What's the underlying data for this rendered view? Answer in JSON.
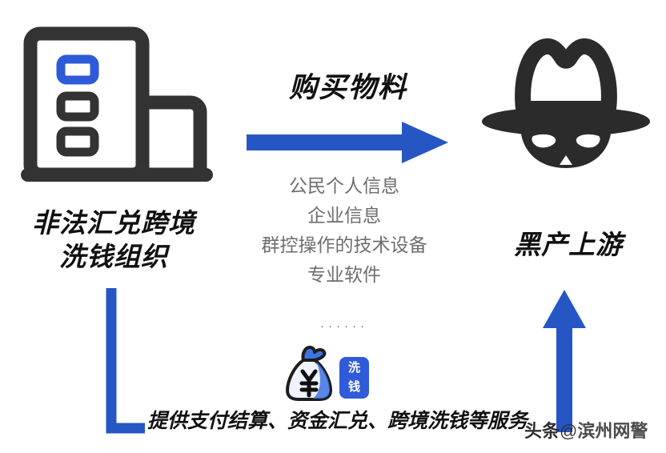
{
  "diagram": {
    "background_color": "#ffffff",
    "accent_blue": "#2f5bd9",
    "arrow_blue": "#2556c4",
    "dark": "#333333",
    "gray_text": "#6e6e6e"
  },
  "left_node": {
    "icon_name": "office-building-icon",
    "label_line1": "非法汇兑跨境",
    "label_line2": "洗钱组织"
  },
  "right_node": {
    "icon_name": "incognito-spy-icon",
    "label": "黑产上游"
  },
  "top_flow": {
    "heading": "购买物料",
    "arrow_name": "buy-materials-arrow",
    "items": [
      "公民个人信息",
      "企业信息",
      "群控操作的技术设备",
      "专业软件"
    ],
    "ellipsis": "······"
  },
  "bottom_flow": {
    "money_bag_icon": "money-bag-yuan-icon",
    "badge_char1": "洗",
    "badge_char2": "钱",
    "service_text": "提供支付结算、资金汇兑、跨境洗钱等服务",
    "arrow_name": "services-up-arrow",
    "connector_name": "elbow-connector"
  },
  "watermark": {
    "source": "头条",
    "at": "@",
    "account": "滨州网警"
  }
}
